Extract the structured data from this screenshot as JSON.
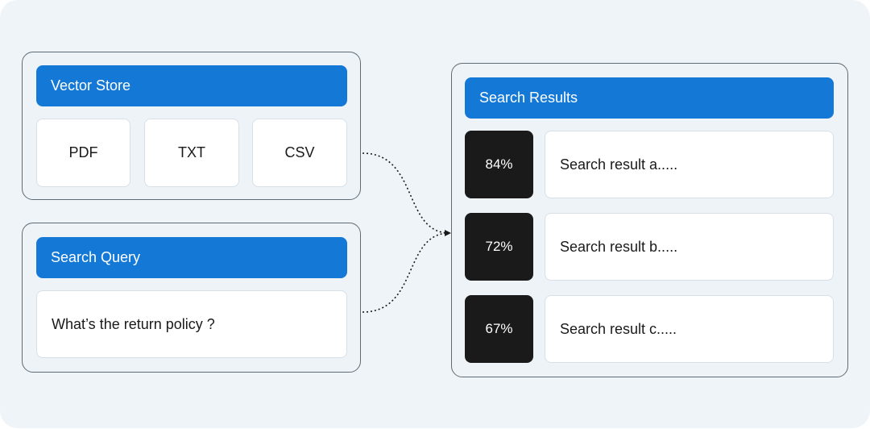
{
  "vector_store": {
    "title": "Vector Store",
    "file_types": [
      "PDF",
      "TXT",
      "CSV"
    ]
  },
  "search_query": {
    "title": "Search Query",
    "query_text": "What’s the return policy ?"
  },
  "search_results": {
    "title": "Search Results",
    "results": [
      {
        "score": "84%",
        "text": "Search result a....."
      },
      {
        "score": "72%",
        "text": "Search result b....."
      },
      {
        "score": "67%",
        "text": "Search result c....."
      }
    ]
  },
  "colors": {
    "header_blue": "#1478d6",
    "score_black": "#1a1a1a",
    "panel_border": "#5f6b74",
    "background": "#eff4f8"
  }
}
